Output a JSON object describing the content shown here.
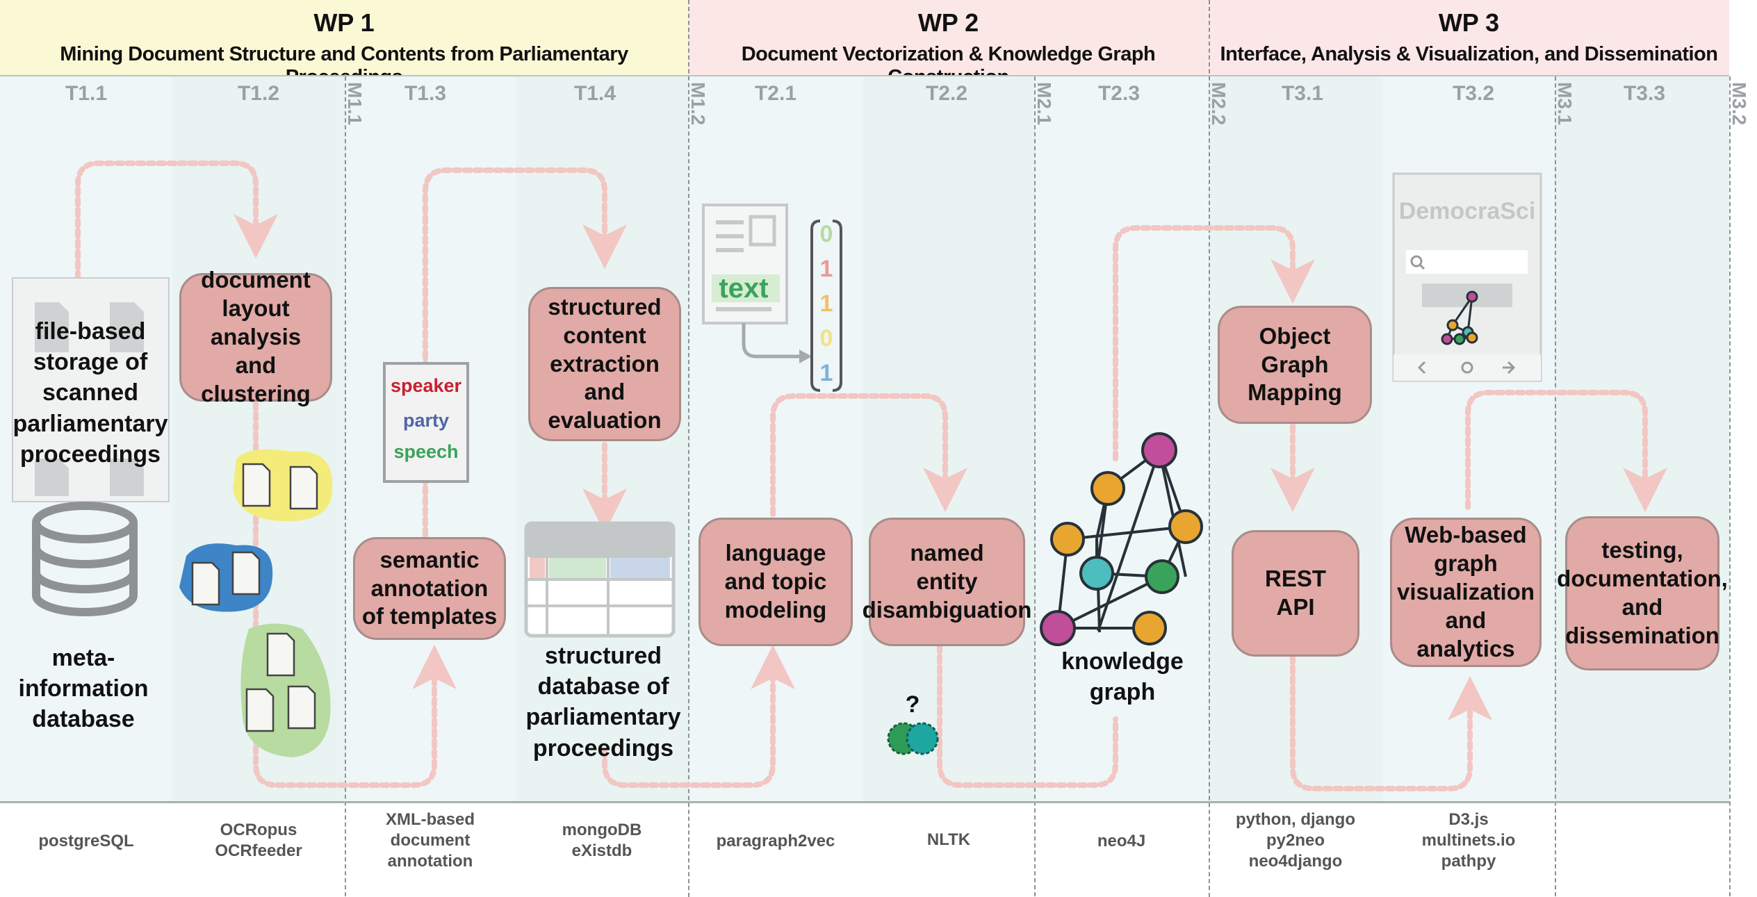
{
  "work_packages": [
    {
      "title": "WP 1",
      "subtitle": "Mining Document Structure and Contents from Parliamentary Proceedings",
      "color": "#fbf8d6"
    },
    {
      "title": "WP 2",
      "subtitle": "Document Vectorization & Knowledge Graph Construction",
      "color": "#fbe7e5"
    },
    {
      "title": "WP 3",
      "subtitle": "Interface, Analysis & Visualization, and Dissemination",
      "color": "#fbe7e8"
    }
  ],
  "tasks": [
    "T1.1",
    "T1.2",
    "T1.3",
    "T1.4",
    "T2.1",
    "T2.2",
    "T2.3",
    "T3.1",
    "T3.2",
    "T3.3"
  ],
  "milestones": [
    "M1.1",
    "M1.2",
    "M2.1",
    "M2.2",
    "M3.1",
    "M3.2"
  ],
  "process_nodes": {
    "layout": "document\nlayout\nanalysis and\nclustering",
    "structured_extraction": "structured\ncontent\nextraction\nand\nevaluation",
    "semantic": "semantic\nannotation\nof templates",
    "language": "language\nand topic\nmodeling",
    "ned": "named\nentity\ndisambiguation",
    "ogm": "Object Graph\nMapping",
    "rest": "REST\nAPI",
    "webviz": "Web-based\ngraph\nvisualization\nand analytics",
    "testing": "testing,\ndocumentation,\nand\ndissemination"
  },
  "labels": {
    "file_storage": "file-based\nstorage of\nscanned\nparliamentary\nproceedings",
    "meta_db": "meta-\ninformation\ndatabase",
    "structured_db": "structured\ndatabase of\nparliamentary\nproceedings",
    "knowledge_graph": "knowledge\ngraph"
  },
  "template_words": {
    "speaker": "speaker",
    "party": "party",
    "speech": "speech"
  },
  "vector": {
    "doc_word": "text",
    "digits": [
      "0",
      "1",
      "1",
      "0",
      "1"
    ]
  },
  "question_mark": "?",
  "app_mockup": {
    "title": "DemocraSci"
  },
  "technologies": [
    "postgreSQL",
    "OCRopus\nOCRfeeder",
    "XML-based\ndocument\nannotation",
    "mongoDB\neXistdb",
    "paragraph2vec",
    "NLTK",
    "neo4J",
    "python, django\npy2neo\nneo4django",
    "D3.js\nmultinets.io\npathpy",
    ""
  ],
  "colors": {
    "node_fill": "#e1aaa6",
    "arrow": "#f2c6c2",
    "green": "#3aa35b",
    "teal": "#4dbdbd",
    "orange": "#e8a630",
    "magenta": "#c04e9a",
    "red_word": "#c8202f",
    "blue_word": "#5066a6",
    "highlight_yellow": "#f4ec7a",
    "highlight_blue": "#3d85c6",
    "highlight_green": "#b7dba0"
  }
}
